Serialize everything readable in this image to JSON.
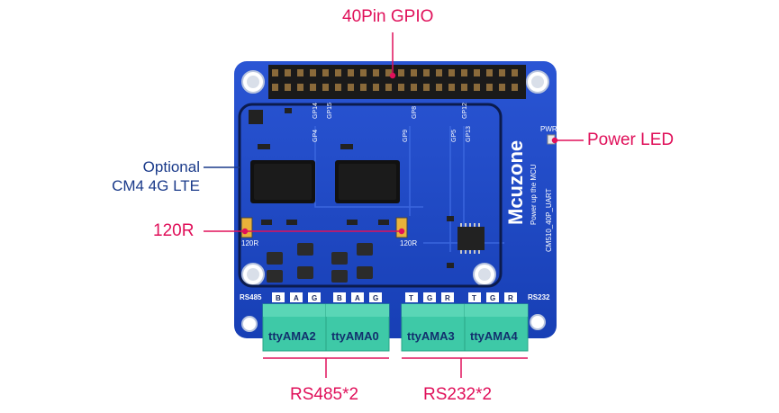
{
  "labels": {
    "gpio": "40Pin GPIO",
    "power_led": "Power LED",
    "optional_line1": "Optional",
    "optional_line2": "CM4 4G LTE",
    "resistor": "120R",
    "rs485": "RS485*2",
    "rs232": "RS232*2"
  },
  "board": {
    "brand": "Mcuzone",
    "subtitle": "Power up the MCU",
    "model": "CM510_40P_UART",
    "pwr": "PWR",
    "r_left": "120R",
    "r_right": "120R",
    "port_rs485": "RS485",
    "port_rs232": "RS232",
    "gp_labels": [
      "GP4",
      "GP14",
      "GP15",
      "GP8",
      "GP9",
      "GP12",
      "GP5",
      "GP13"
    ],
    "pin_labels": [
      "B",
      "A",
      "G",
      "B",
      "A",
      "G",
      "T",
      "G",
      "R",
      "T",
      "G",
      "R"
    ],
    "terminals": [
      "ttyAMA2",
      "ttyAMA0",
      "ttyAMA3",
      "ttyAMA4"
    ]
  },
  "colors": {
    "board": "#1f48c6",
    "accent": "#e0105a",
    "terminal": "#3ec9a7",
    "label_blue": "#1a3a8a"
  }
}
